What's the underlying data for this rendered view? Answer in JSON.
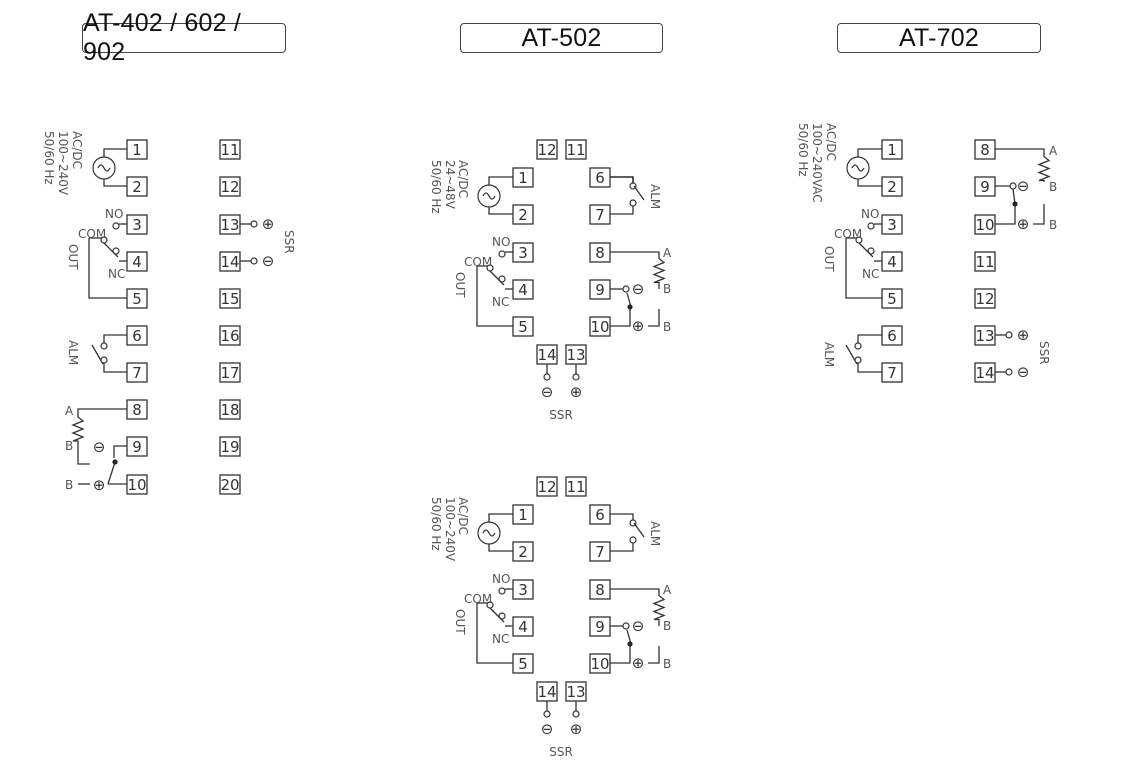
{
  "titles": {
    "at402": "AT-402 / 602 / 902",
    "at502": "AT-502",
    "at702": "AT-702"
  },
  "labels": {
    "power_main_1": "AC/DC",
    "power_main_2": "100~240V",
    "power_main_3": "50/60 Hz",
    "power_502_1": "AC/DC",
    "power_502_2": "24~48V",
    "power_502_3": "50/60 Hz",
    "power_702_1": "AC/DC",
    "power_702_2": "100~240VAC",
    "power_702_3": "50/60 Hz",
    "no": "NO",
    "nc": "NC",
    "com": "COM",
    "out": "OUT",
    "alm": "ALM",
    "ssr": "SSR",
    "rtd_a": "A",
    "rtd_b": "B"
  },
  "terminals": {
    "t1": "1",
    "t2": "2",
    "t3": "3",
    "t4": "4",
    "t5": "5",
    "t6": "6",
    "t7": "7",
    "t8": "8",
    "t9": "9",
    "t10": "10",
    "t11": "11",
    "t12": "12",
    "t13": "13",
    "t14": "14",
    "t15": "15",
    "t16": "16",
    "t17": "17",
    "t18": "18",
    "t19": "19",
    "t20": "20"
  },
  "symbols": {
    "plus": "⊕",
    "minus": "⊖"
  }
}
